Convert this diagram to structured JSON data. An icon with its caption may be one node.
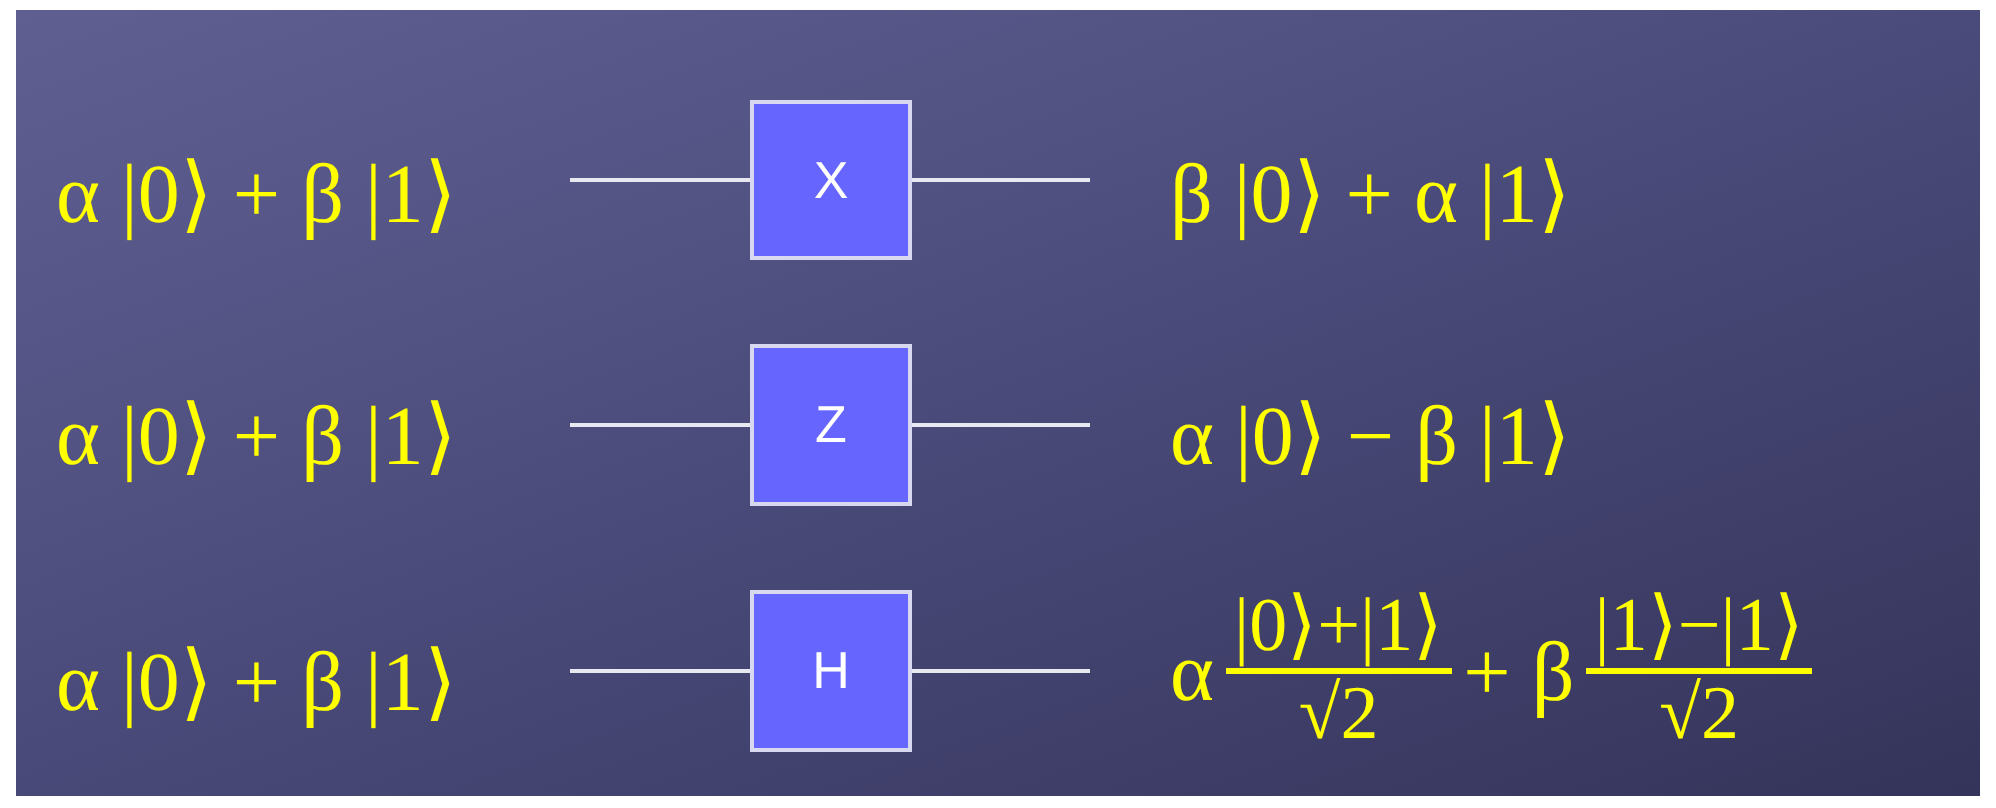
{
  "diagram": {
    "nodes": [
      {
        "text": [
          "α |0⟩ + β |1⟩"
        ]
      },
      {
        "text": [
          "X"
        ]
      },
      {
        "text": [
          "β |0⟩ + α |1⟩"
        ]
      },
      {
        "text": [
          "α |0⟩ + β |1⟩"
        ]
      },
      {
        "text": [
          "Z"
        ]
      },
      {
        "text": [
          "α |0⟩ − β |1⟩"
        ]
      },
      {
        "text": [
          "α |0⟩ + β |1⟩"
        ]
      },
      {
        "text": [
          "H"
        ]
      },
      {
        "text": [
          "α",
          "|0⟩+|1⟩",
          "√2",
          "+ β",
          "|1⟩−|1⟩",
          "√2"
        ]
      }
    ],
    "edges": [
      {
        "from": 0,
        "to": 1,
        "arrow": "none"
      },
      {
        "from": 1,
        "to": 2,
        "arrow": "none"
      },
      {
        "from": 3,
        "to": 4,
        "arrow": "none"
      },
      {
        "from": 4,
        "to": 5,
        "arrow": "none"
      },
      {
        "from": 6,
        "to": 7,
        "arrow": "none"
      },
      {
        "from": 7,
        "to": 8,
        "arrow": "none"
      }
    ]
  }
}
